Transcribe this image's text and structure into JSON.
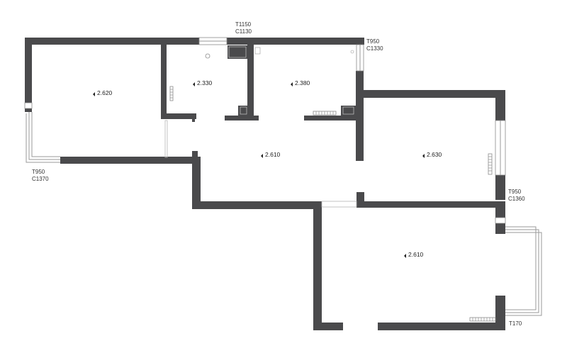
{
  "rooms": [
    {
      "height": "2.620"
    },
    {
      "height": "2.330"
    },
    {
      "height": "2.380"
    },
    {
      "height": "2.610"
    },
    {
      "height": "2.630"
    },
    {
      "height": "2.610"
    }
  ],
  "windows": [
    {
      "top": "T1150",
      "bottom": "C1130"
    },
    {
      "top": "T950",
      "bottom": "C1330"
    },
    {
      "top": "T950",
      "bottom": "C1370"
    },
    {
      "top": "T950",
      "bottom": "C1360"
    },
    {
      "top": "T170",
      "bottom": ""
    }
  ]
}
